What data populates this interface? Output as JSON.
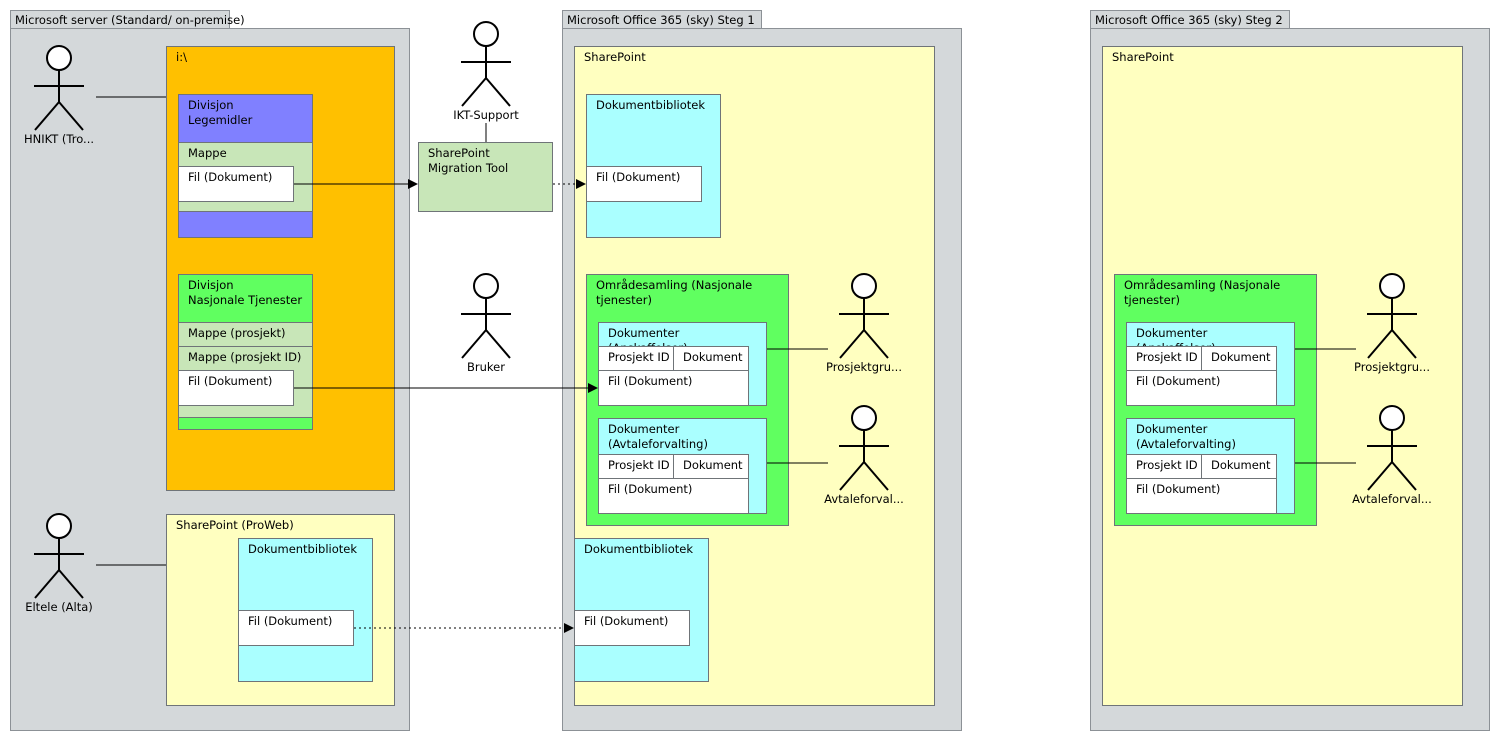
{
  "zones": {
    "onprem": "Microsoft server (Standard/ on-premise)",
    "steg1": "Microsoft Office 365 (sky) Steg 1",
    "steg2": "Microsoft Office 365 (sky) Steg 2"
  },
  "onprem": {
    "drive": "i:\\",
    "div1": "Divisjon\nLegemidler",
    "mappe": "Mappe",
    "fil1": "Fil (Dokument)",
    "div2": "Divisjon\nNasjonale Tjenester",
    "mappe_prosjekt": "Mappe (prosjekt)",
    "mappe_prosjekt_id": "Mappe (prosjekt ID)",
    "fil2": "Fil (Dokument)",
    "proweb": "SharePoint (ProWeb)",
    "proweb_lib": "Dokumentbibliotek",
    "proweb_fil": "Fil (Dokument)"
  },
  "actors": {
    "hnikt": "HNIKT (Tro...",
    "eltele": "Eltele (Alta)",
    "ikt": "IKT-Support",
    "bruker": "Bruker",
    "prosjekt1": "Prosjektgru...",
    "avtale1": "Avtaleforval...",
    "prosjekt2": "Prosjektgru...",
    "avtale2": "Avtaleforval..."
  },
  "tool": "SharePoint\nMigration Tool",
  "steg1": {
    "sharepoint": "SharePoint",
    "lib1": "Dokumentbibliotek",
    "lib1_fil": "Fil (Dokument)",
    "area": "Områdesamling (Nasjonale\ntjenester)",
    "anskaff": "Dokumenter (Anskaffelser)",
    "col1": "Prosjekt ID",
    "col2": "Dokument",
    "anskaff_fil": "Fil (Dokument)",
    "avtale": "Dokumenter\n(Avtaleforvalting)",
    "avtale_fil": "Fil (Dokument)",
    "lib2": "Dokumentbibliotek",
    "lib2_fil": "Fil (Dokument)"
  },
  "steg2": {
    "sharepoint": "SharePoint",
    "area": "Områdesamling (Nasjonale\ntjenester)",
    "anskaff": "Dokumenter (Anskaffelser)",
    "col1": "Prosjekt ID",
    "col2": "Dokument",
    "anskaff_fil": "Fil (Dokument)",
    "avtale": "Dokumenter\n(Avtaleforvalting)",
    "avtale_fil": "Fil (Dokument)"
  }
}
